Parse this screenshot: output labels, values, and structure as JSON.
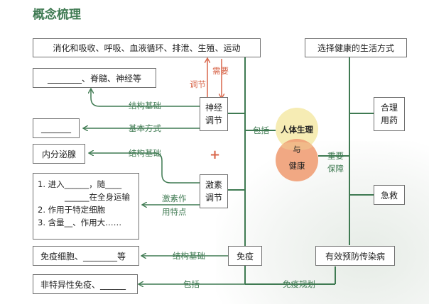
{
  "title": "概念梳理",
  "boxes": {
    "top_functions": "消化和吸收、呼吸、血液循环、排泄、生殖、运动",
    "lifestyle": "选择健康的生活方式",
    "nerve_parts": "________、脊髓、神经等",
    "blank_unit": "_______",
    "endocrine": "内分泌腺",
    "nerve_regulation": [
      "神经",
      "调节"
    ],
    "hormone_regulation": [
      "激素",
      "调节"
    ],
    "immunity": "免疫",
    "immune_cells": "免疫细胞、________等",
    "nonspecific": "非特异性免疫、______",
    "rational_drug": [
      "合理",
      "用药"
    ],
    "first_aid": "急救",
    "prevention": "有效预防传染病"
  },
  "hormone_features": [
    "1. 进入______，随____",
    "______在全身运输",
    "2. 作用于特定细胞",
    "3. 含量__、作用大……"
  ],
  "labels": {
    "need": "需要",
    "regulate": "调节",
    "structural_basis_1": "结构基础",
    "basic_mode": "基本方式",
    "structural_basis_2": "结构基础",
    "hormone_action": [
      "激素作",
      "用特点"
    ],
    "structural_basis_3": "结构基础",
    "include_1": "包括",
    "include_2": "包括",
    "immune_plan": "免疫规划",
    "important_guarantee": [
      "重要",
      "保障"
    ],
    "plus": "+"
  },
  "venn": {
    "physiology": "人体生理",
    "and": "与",
    "health": "健康"
  },
  "colors": {
    "green": "#3f7a52",
    "orange": "#d8664a",
    "circle_yellow": "#f6ecb4",
    "circle_orange": "#ef9f76"
  }
}
